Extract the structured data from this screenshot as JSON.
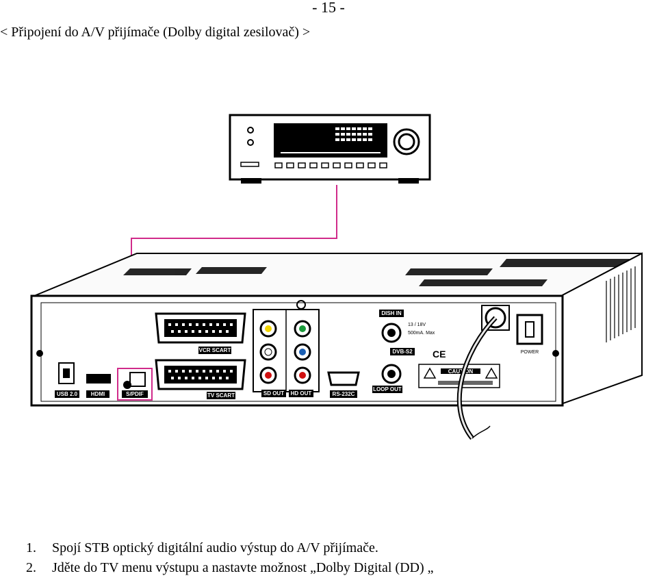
{
  "header": {
    "page_number": "- 15 -",
    "title": "< Připojení do A/V přijímače (Dolby digital zesilovač) >"
  },
  "figure": {
    "labels": {
      "usb": "USB 2.0",
      "hdmi": "HDMI",
      "spdif": "S/PDIF",
      "vcr_scart": "VCR SCART",
      "tv_scart": "TV SCART",
      "sd_out": "SD OUT",
      "hd_out": "HD OUT",
      "rs232": "RS-232C",
      "dish_in": "DISH IN",
      "loop_out": "LOOP OUT",
      "dvb_s2": "DVB-S2",
      "lnb_power": "13 / 18V",
      "lnb_current": "500mA. Max",
      "power": "POWER",
      "ce": "CE",
      "caution": "CAUTION"
    },
    "colors": {
      "cable": "#d02a8a",
      "jack_yellow": "#f2d500",
      "jack_green": "#1a9a3a",
      "jack_blue": "#1a5fb4",
      "jack_red": "#d01010"
    }
  },
  "steps": [
    {
      "number": "1.",
      "text": "Spojí STB  optický digitální audio výstup do A/V přijímače."
    },
    {
      "number": "2.",
      "text": "Jděte do TV menu výstupu a nastavte možnost „Dolby Digital (DD) „"
    }
  ]
}
